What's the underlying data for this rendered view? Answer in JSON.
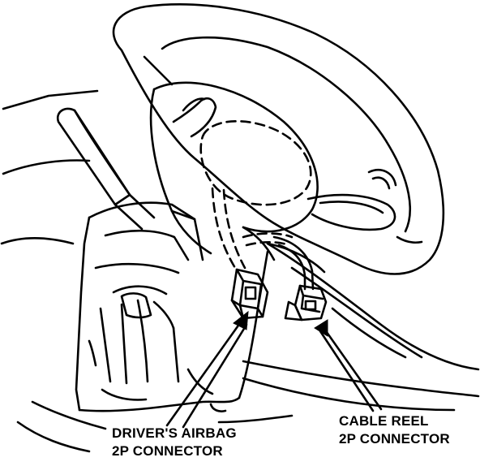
{
  "labels": {
    "airbag_connector": {
      "line1": "DRIVER'S AIRBAG",
      "line2": "2P CONNECTOR"
    },
    "cable_reel_connector": {
      "line1": "CABLE REEL",
      "line2": "2P CONNECTOR"
    }
  },
  "colors": {
    "ink": "#000000",
    "paper": "#ffffff"
  }
}
